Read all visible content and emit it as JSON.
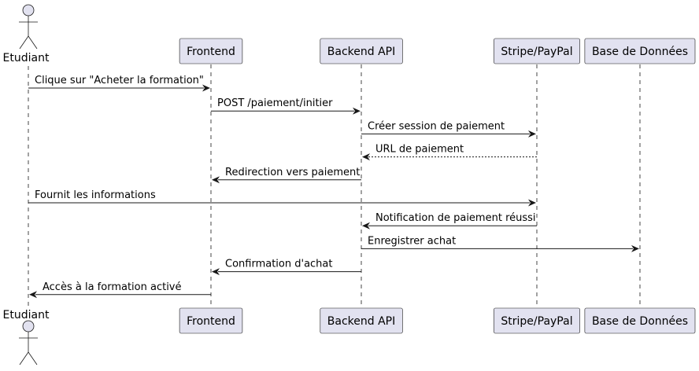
{
  "diagram": {
    "type": "sequence",
    "participants": [
      {
        "id": "etudiant",
        "label": "Etudiant",
        "kind": "actor"
      },
      {
        "id": "frontend",
        "label": "Frontend",
        "kind": "participant"
      },
      {
        "id": "backend",
        "label": "Backend API",
        "kind": "participant"
      },
      {
        "id": "stripe",
        "label": "Stripe/PayPal",
        "kind": "participant"
      },
      {
        "id": "db",
        "label": "Base de Données",
        "kind": "participant"
      }
    ],
    "messages": [
      {
        "from": "etudiant",
        "to": "frontend",
        "label": "Clique sur \"Acheter la formation\"",
        "style": "solid"
      },
      {
        "from": "frontend",
        "to": "backend",
        "label": "POST /paiement/initier",
        "style": "solid"
      },
      {
        "from": "backend",
        "to": "stripe",
        "label": "Créer session de paiement",
        "style": "solid"
      },
      {
        "from": "stripe",
        "to": "backend",
        "label": "URL de paiement",
        "style": "dashed"
      },
      {
        "from": "backend",
        "to": "frontend",
        "label": "Redirection vers paiement",
        "style": "solid"
      },
      {
        "from": "etudiant",
        "to": "stripe",
        "label": "Fournit les informations",
        "style": "solid"
      },
      {
        "from": "stripe",
        "to": "backend",
        "label": "Notification de paiement réussi",
        "style": "solid"
      },
      {
        "from": "backend",
        "to": "db",
        "label": "Enregistrer achat",
        "style": "solid"
      },
      {
        "from": "backend",
        "to": "frontend",
        "label": "Confirmation d'achat",
        "style": "solid"
      },
      {
        "from": "frontend",
        "to": "etudiant",
        "label": "Accès à la formation activé",
        "style": "solid"
      }
    ],
    "colors": {
      "participant_fill": "#E2E2F0",
      "line": "#181818",
      "text": "#000000"
    }
  }
}
